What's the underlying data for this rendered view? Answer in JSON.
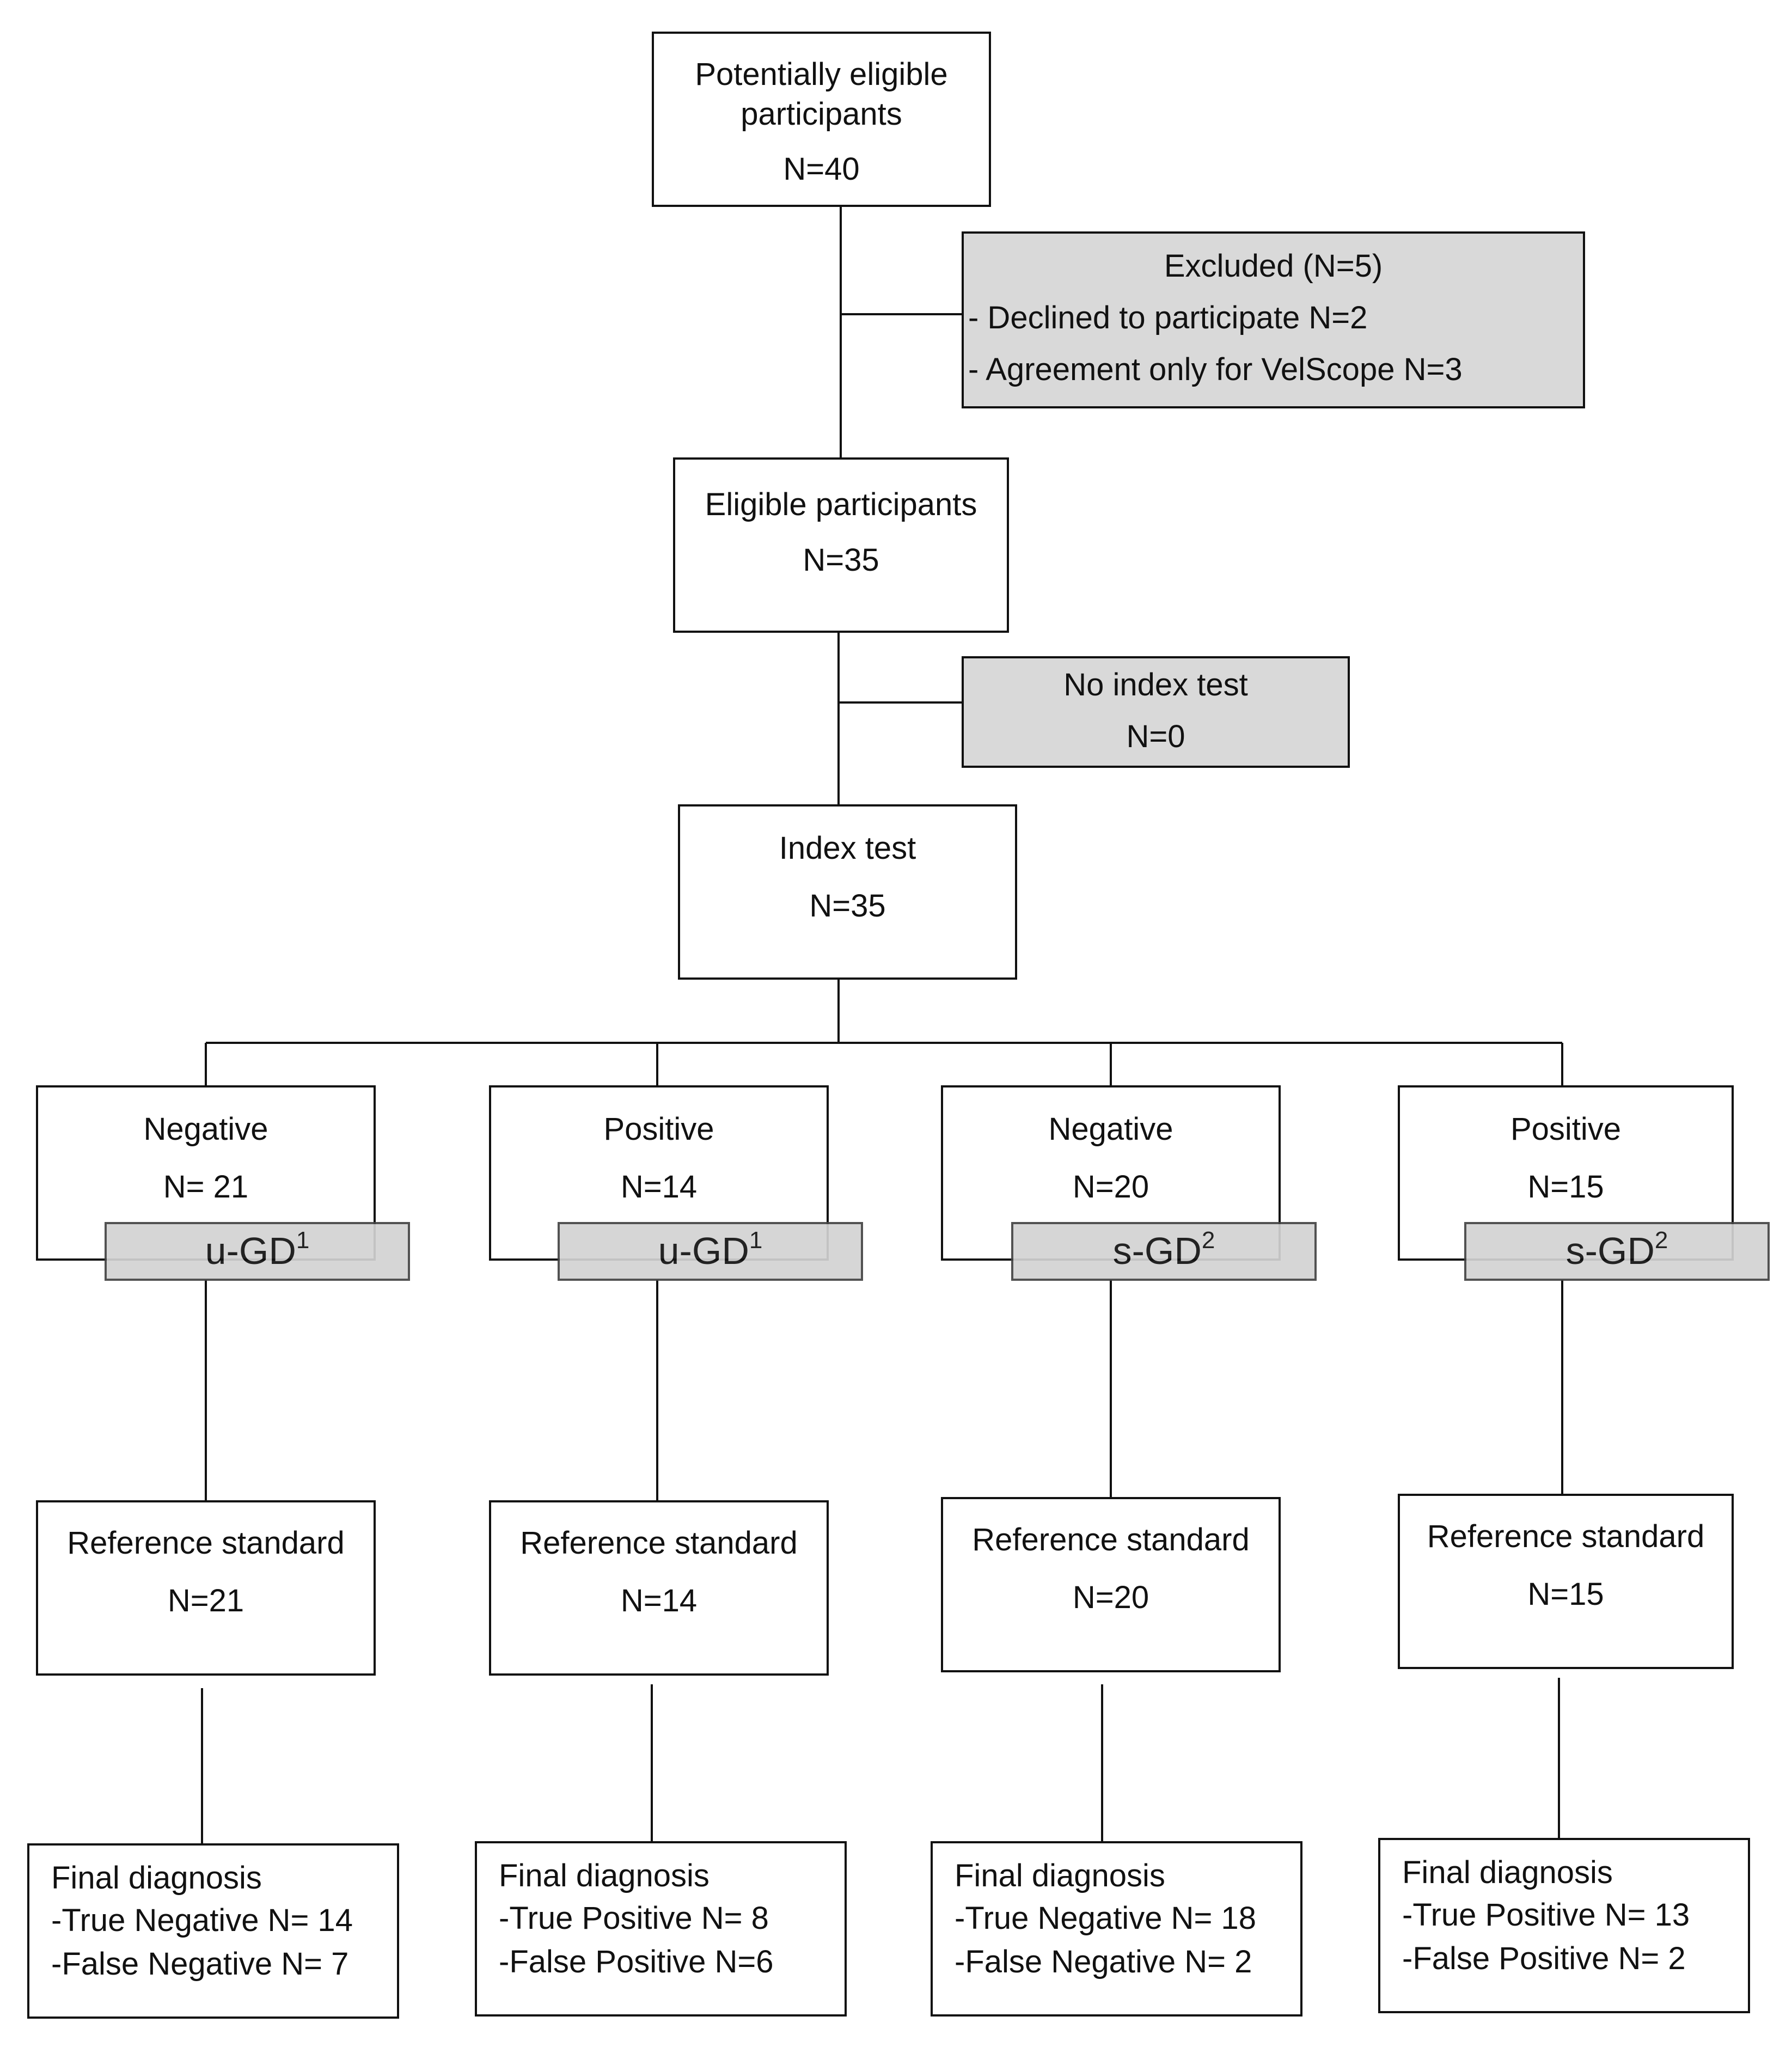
{
  "diagram": {
    "potentially_eligible": {
      "line1": "Potentially eligible",
      "line2": "participants",
      "n": "N=40"
    },
    "excluded": {
      "title": "Excluded (N=5)",
      "item1": "- Declined to participate N=2",
      "item2": "- Agreement only for VelScope N=3"
    },
    "eligible": {
      "label": "Eligible participants",
      "n": "N=35"
    },
    "no_index": {
      "label": "No index test",
      "n": "N=0"
    },
    "index_test": {
      "label": "Index test",
      "n": "N=35"
    },
    "branches": [
      {
        "result": "Negative",
        "n": "N= 21",
        "tag": "u-GD",
        "tag_sup": "1",
        "ref_label": "Reference standard",
        "ref_n": "N=21",
        "final_title": "Final diagnosis",
        "final_line1": "-True Negative N= 14",
        "final_line2": "-False Negative N= 7"
      },
      {
        "result": "Positive",
        "n": "N=14",
        "tag": "u-GD",
        "tag_sup": "1",
        "ref_label": "Reference standard",
        "ref_n": "N=14",
        "final_title": "Final diagnosis",
        "final_line1": "-True Positive N= 8",
        "final_line2": "-False Positive N=6"
      },
      {
        "result": "Negative",
        "n": "N=20",
        "tag": "s-GD",
        "tag_sup": "2",
        "ref_label": "Reference standard",
        "ref_n": "N=20",
        "final_title": "Final diagnosis",
        "final_line1": "-True Negative N= 18",
        "final_line2": "-False Negative N= 2"
      },
      {
        "result": "Positive",
        "n": "N=15",
        "tag": "s-GD",
        "tag_sup": "2",
        "ref_label": "Reference standard",
        "ref_n": "N=15",
        "final_title": "Final diagnosis",
        "final_line1": "-True Positive N= 13",
        "final_line2": "-False Positive N= 2"
      }
    ]
  }
}
